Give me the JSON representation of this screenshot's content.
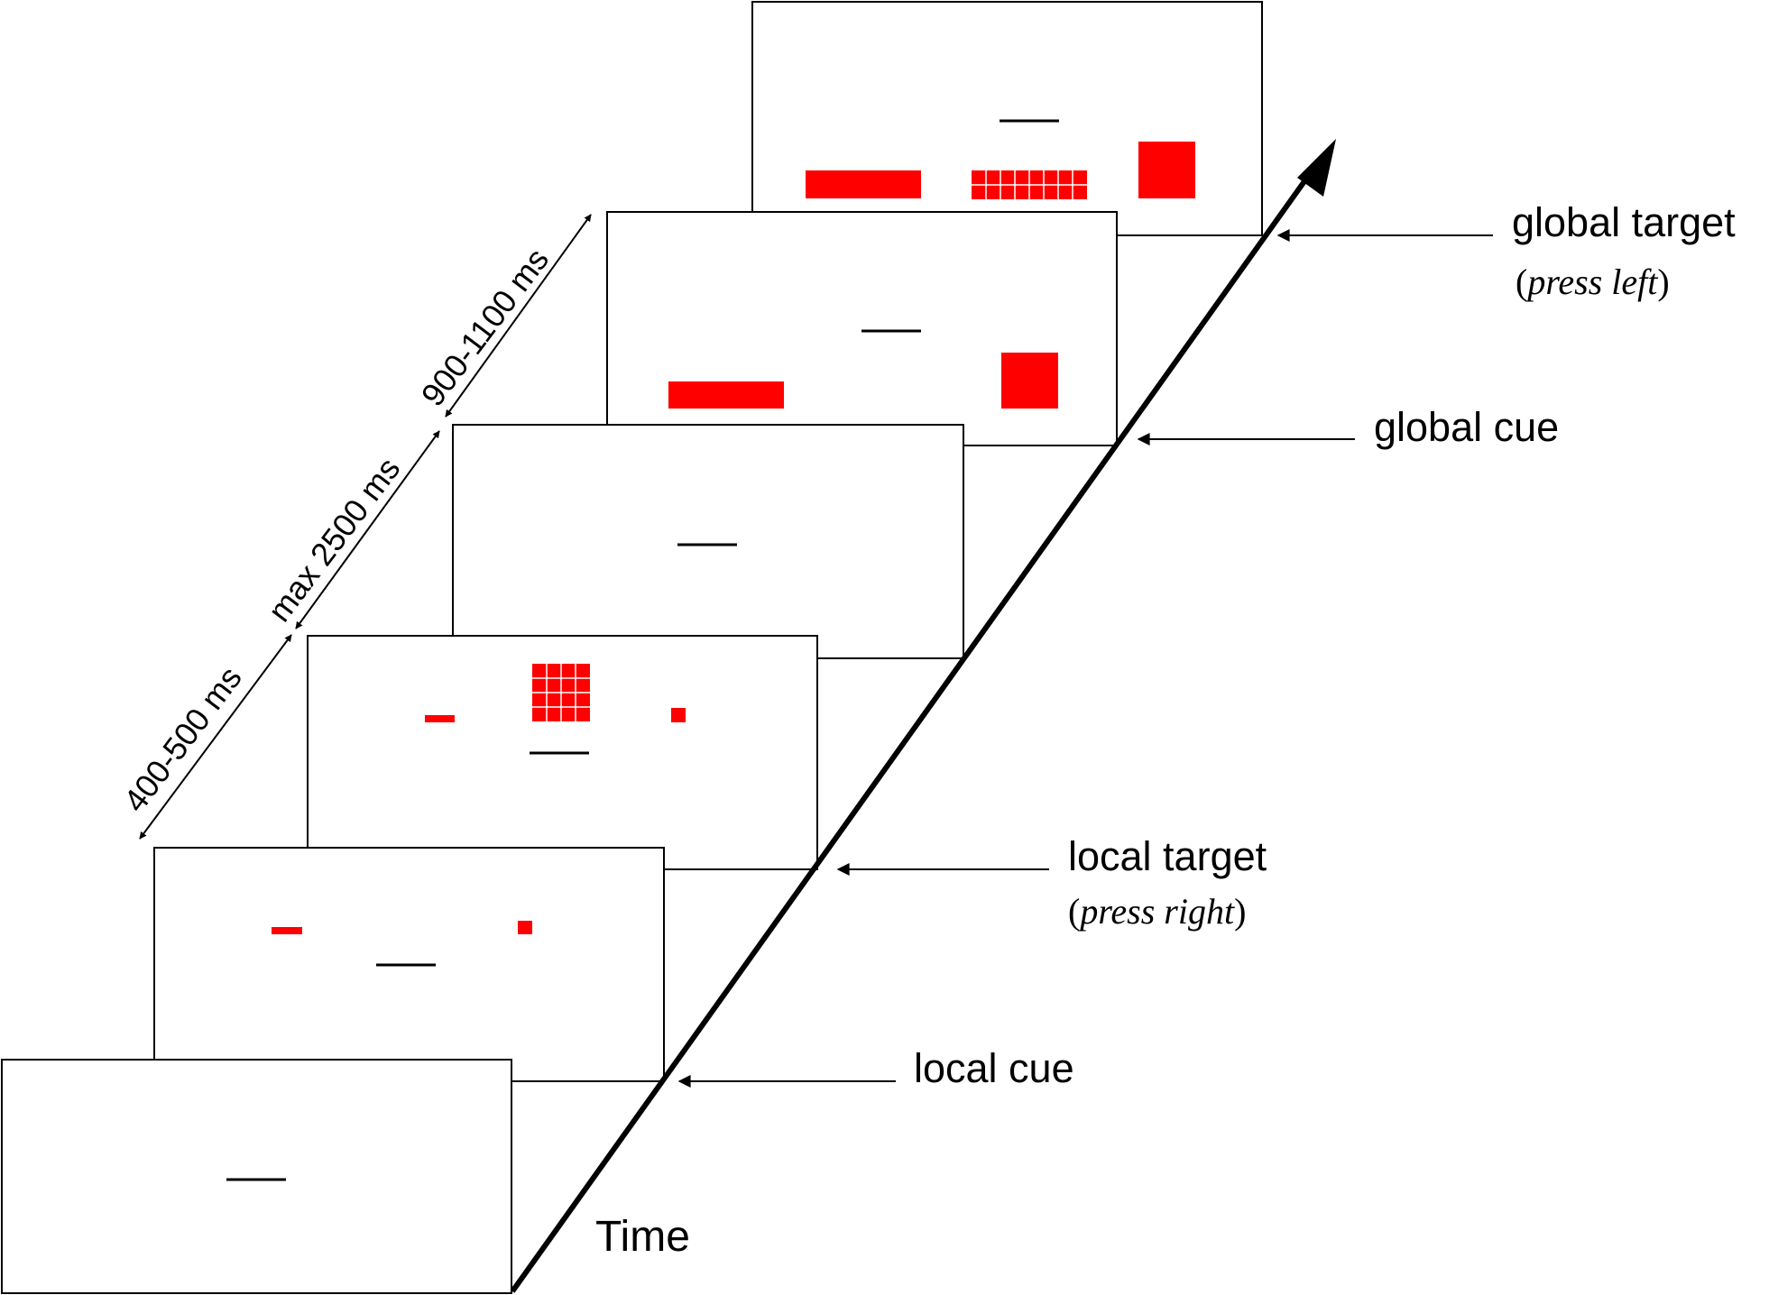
{
  "colors": {
    "stimulus": "#ff0000",
    "ink": "#000000",
    "background": "#ffffff"
  },
  "axis": {
    "label": "Time"
  },
  "events": [
    {
      "id": "local-cue",
      "label": "local cue"
    },
    {
      "id": "local-target",
      "label": "local target",
      "response_open": "(",
      "response": "press right",
      "response_close": ")"
    },
    {
      "id": "global-cue",
      "label": "global cue"
    },
    {
      "id": "global-target",
      "label": "global target",
      "response_open": "(",
      "response": "press left",
      "response_close": ")"
    }
  ],
  "durations": [
    {
      "id": "cue-target",
      "label": "400-500 ms"
    },
    {
      "id": "response-window",
      "label": "max 2500 ms"
    },
    {
      "id": "inter-trial",
      "label": "900-1100 ms"
    }
  ]
}
